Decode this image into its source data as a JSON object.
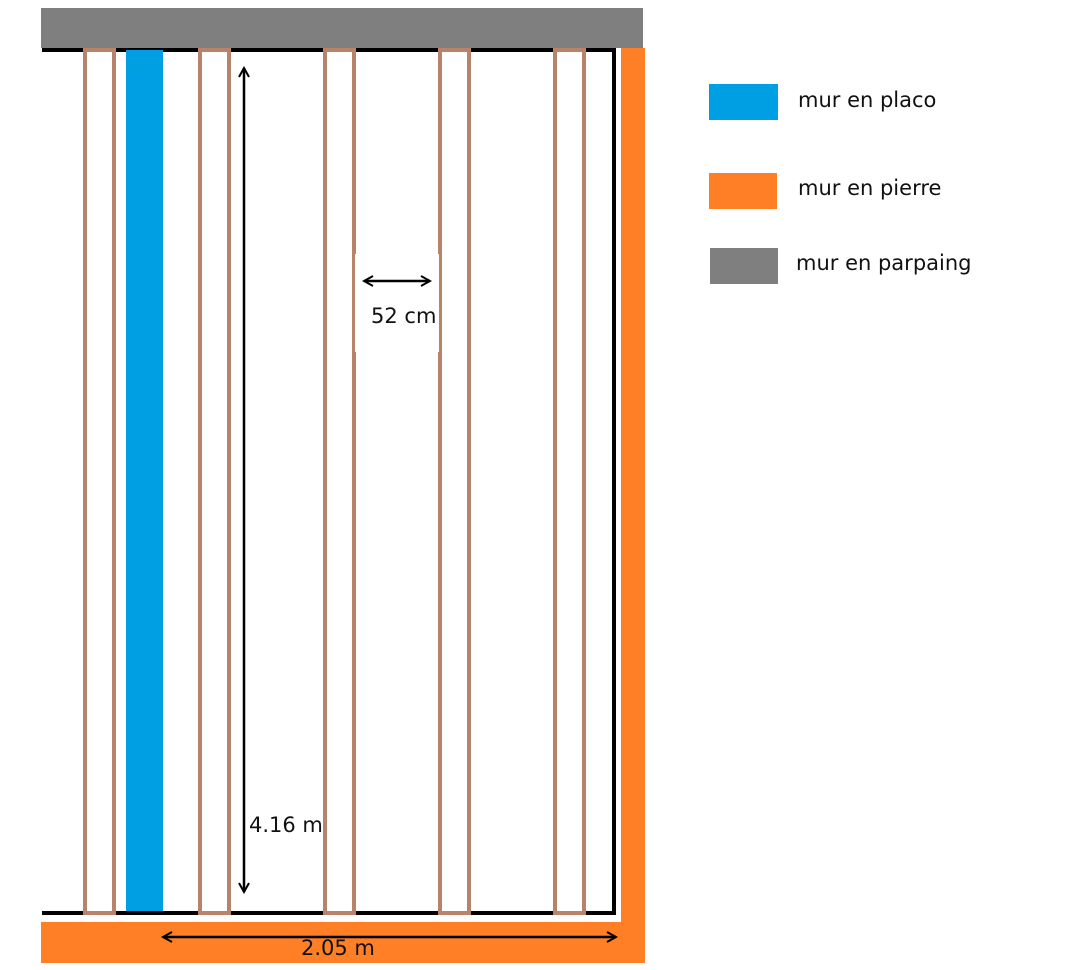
{
  "colors": {
    "placo": "#009fe3",
    "pierre": "#ff7f27",
    "parpaing": "#7f7f7f",
    "joist": "#b9826b",
    "outline": "#000000"
  },
  "dimensions": {
    "height_label": "4.16 m",
    "width_label": "2.05 m",
    "spacing_label": "52 cm"
  },
  "legend": [
    {
      "key": "placo",
      "label": "mur en placo",
      "color": "#009fe3"
    },
    {
      "key": "pierre",
      "label": "mur en pierre",
      "color": "#ff7f27"
    },
    {
      "key": "parpaing",
      "label": "mur en parpaing",
      "color": "#7f7f7f"
    }
  ]
}
